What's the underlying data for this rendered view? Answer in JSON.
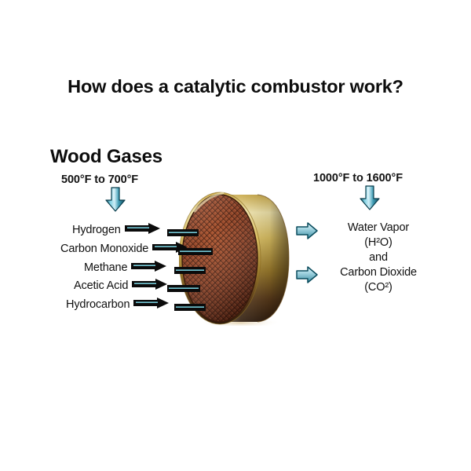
{
  "page": {
    "title": "How does a catalytic combustor work?",
    "background_color": "#ffffff",
    "text_color": "#101010"
  },
  "input_side": {
    "heading": "Wood Gases",
    "temperature": "500°F to 700°F",
    "down_arrow_icon": "down-arrow-icon",
    "gases": [
      {
        "label": "Hydrogen"
      },
      {
        "label": "Carbon Monoxide"
      },
      {
        "label": "Methane"
      },
      {
        "label": "Acetic Acid"
      },
      {
        "label": "Hydrocarbon"
      }
    ]
  },
  "output_side": {
    "temperature": "1000°F to 1600°F",
    "down_arrow_icon": "down-arrow-icon",
    "products": [
      {
        "name": "Water Vapor",
        "formula": "(H²O)"
      },
      {
        "name": "Carbon Dioxide",
        "formula": "(CO²)"
      }
    ],
    "conjunction": "and",
    "lines": [
      "Water Vapor",
      "(H²O)",
      "and",
      "Carbon Dioxide",
      "(CO²)"
    ]
  },
  "combustor": {
    "name": "catalytic-combustor",
    "shape": "cylindrical disc",
    "face": "honeycomb mesh",
    "face_color": "#8d3d21",
    "rim_color": "#b89227",
    "rim_highlight": "#e8d79a",
    "rim_shadow": "#3a2410"
  },
  "colors": {
    "teal_arrow_fill": "#9fd2dd",
    "teal_arrow_stroke": "#0d5c6b",
    "black_arrow": "#0b0b0b",
    "arrow_highlight": "#6fc2cf"
  }
}
